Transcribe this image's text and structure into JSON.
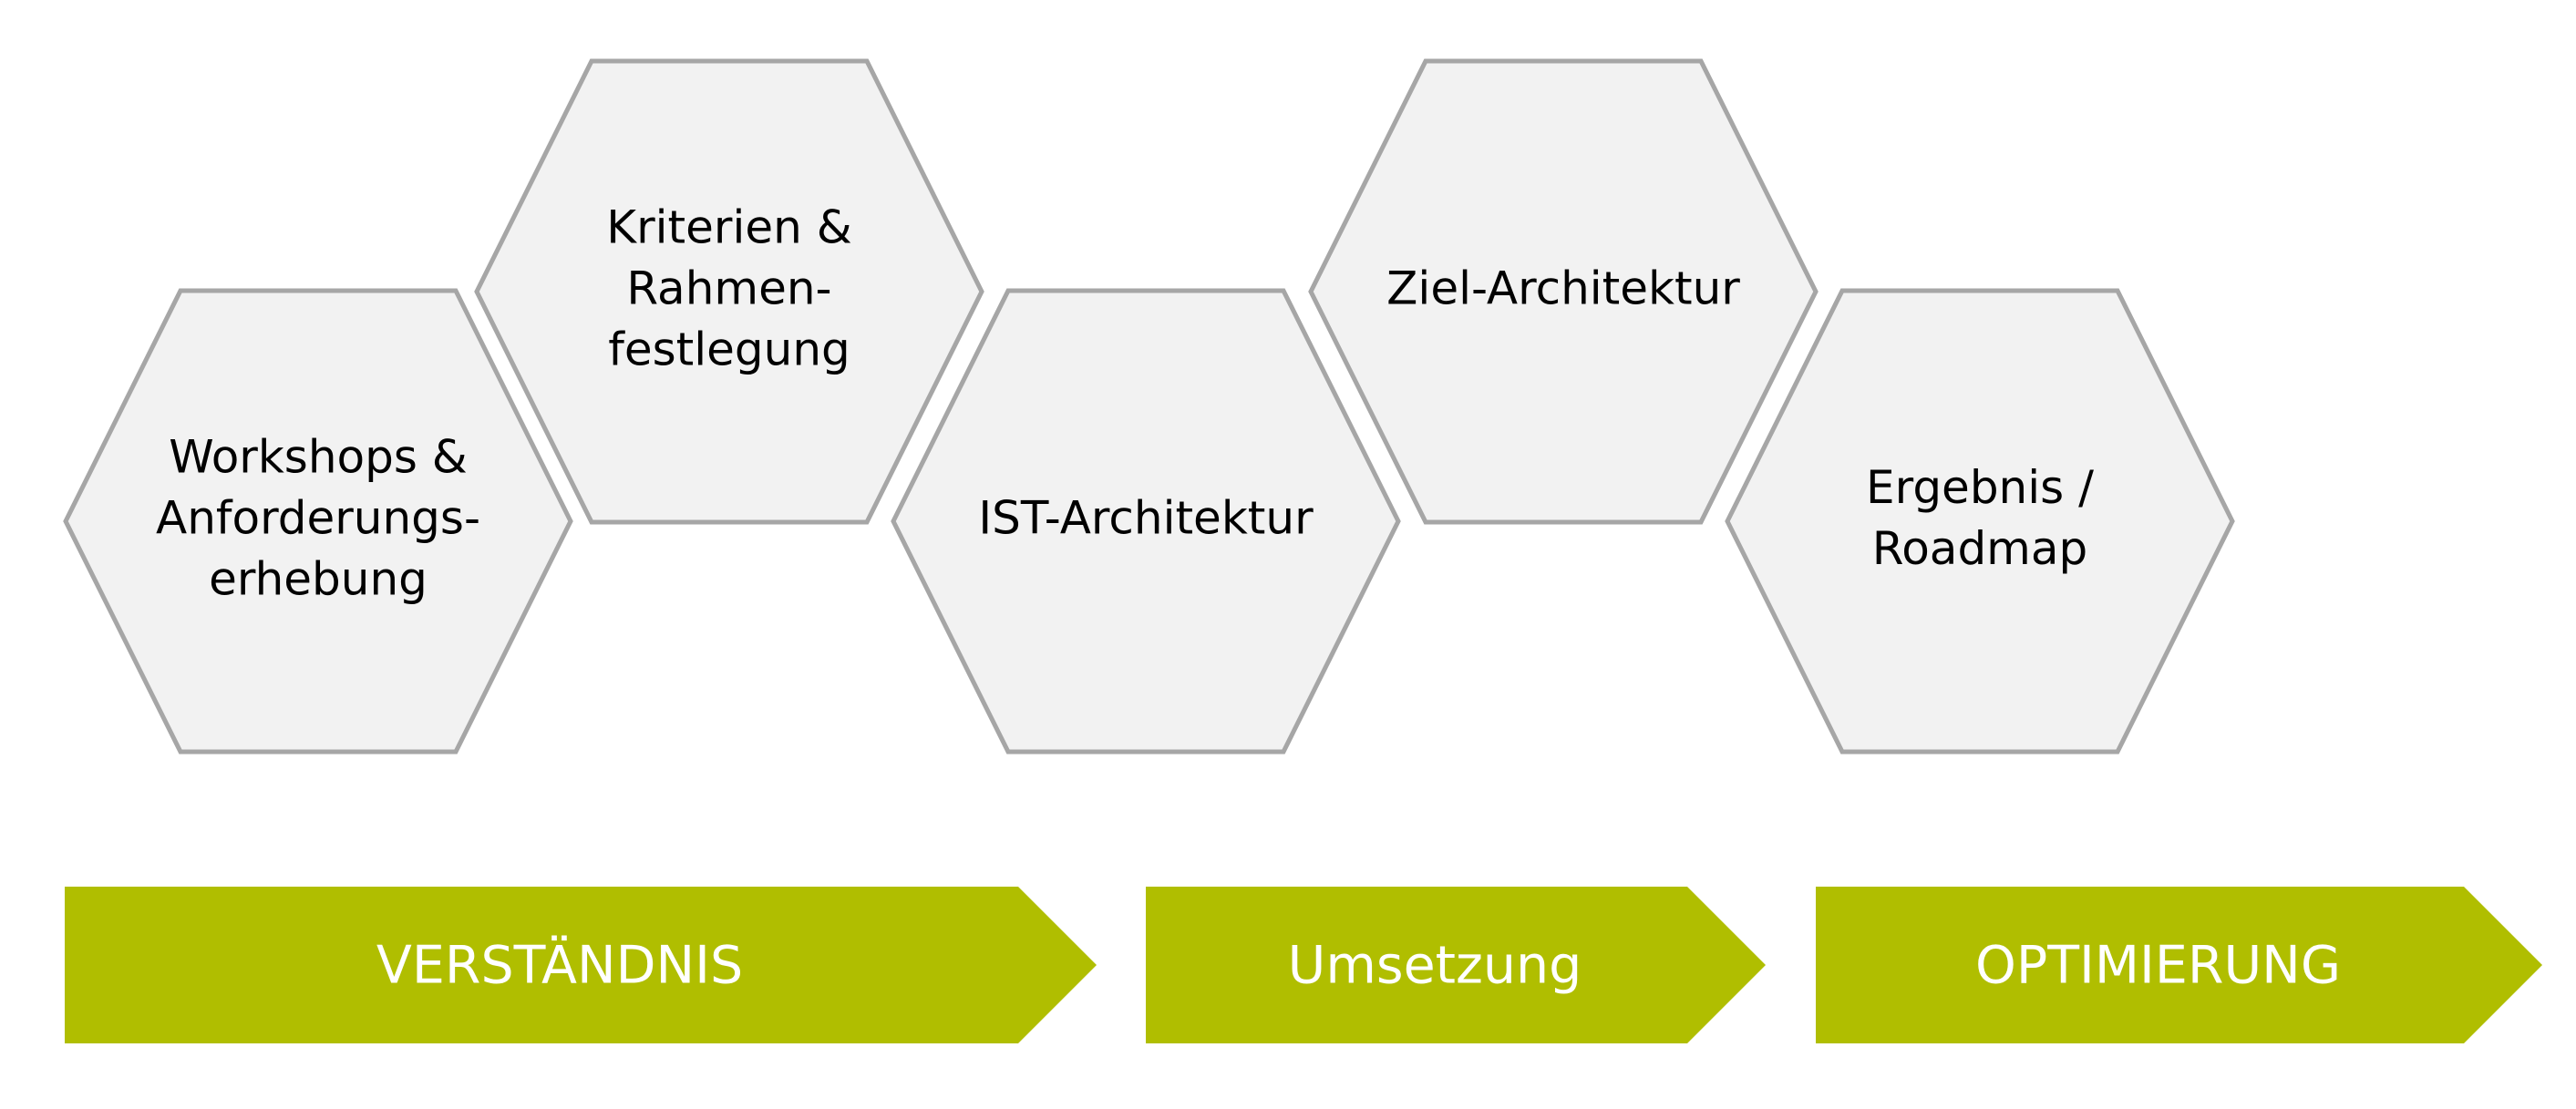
{
  "diagram": {
    "hexagons": [
      {
        "id": "workshops",
        "lines": [
          "Workshops &",
          "Anforderungs-",
          "erhebung"
        ]
      },
      {
        "id": "kriterien",
        "lines": [
          "Kriterien &",
          "Rahmen-",
          "festlegung"
        ]
      },
      {
        "id": "ist",
        "lines": [
          "IST-Architektur"
        ]
      },
      {
        "id": "ziel",
        "lines": [
          "Ziel-Architektur"
        ]
      },
      {
        "id": "ergebnis",
        "lines": [
          "Ergebnis /",
          "Roadmap"
        ]
      }
    ],
    "phases": [
      {
        "id": "verstaendnis",
        "label": "VERSTÄNDNIS"
      },
      {
        "id": "umsetzung",
        "label": "Umsetzung"
      },
      {
        "id": "optimierung",
        "label": "OPTIMIERUNG"
      }
    ],
    "colors": {
      "hex_fill": "#f2f2f2",
      "hex_stroke": "#a6a6a6",
      "arrow_fill": "#b0be00",
      "arrow_text": "#ffffff",
      "hex_text": "#000000"
    }
  }
}
